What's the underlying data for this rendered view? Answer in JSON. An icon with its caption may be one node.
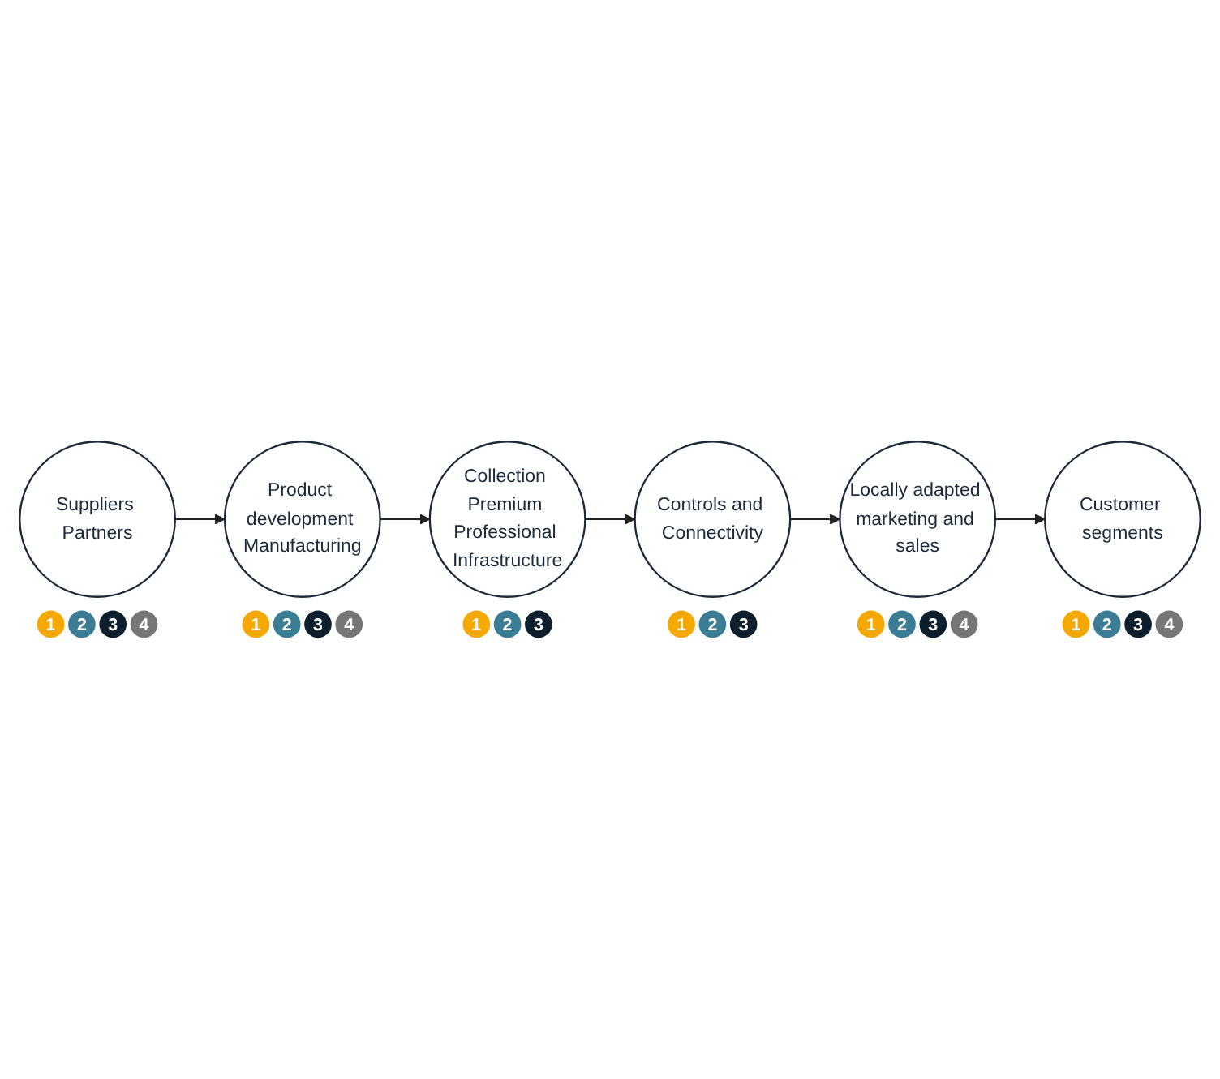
{
  "diagram": {
    "nodes": [
      {
        "text": [
          "Suppliers Partners"
        ],
        "beside": [
          "1",
          "2",
          "3",
          "4"
        ]
      },
      {
        "text": [
          "Product development Manufacturing"
        ],
        "beside": [
          "1",
          "2",
          "3",
          "4"
        ]
      },
      {
        "text": [
          "Collection Premium Professional Infrastructure"
        ],
        "beside": [
          "1",
          "2",
          "3"
        ]
      },
      {
        "text": [
          "Controls and Connectivity"
        ],
        "beside": [
          "1",
          "2",
          "3"
        ]
      },
      {
        "text": [
          "Locally adapted marketing and sales"
        ],
        "beside": [
          "1",
          "2",
          "3",
          "4"
        ]
      },
      {
        "text": [
          "Customer segments"
        ],
        "beside": [
          "1",
          "2",
          "3",
          "4"
        ]
      }
    ],
    "edges": [
      {
        "from": 0,
        "to": 1,
        "arrow": "to"
      },
      {
        "from": 1,
        "to": 2,
        "arrow": "to"
      },
      {
        "from": 2,
        "to": 3,
        "arrow": "to"
      },
      {
        "from": 3,
        "to": 4,
        "arrow": "to"
      },
      {
        "from": 4,
        "to": 5,
        "arrow": "to"
      }
    ]
  }
}
